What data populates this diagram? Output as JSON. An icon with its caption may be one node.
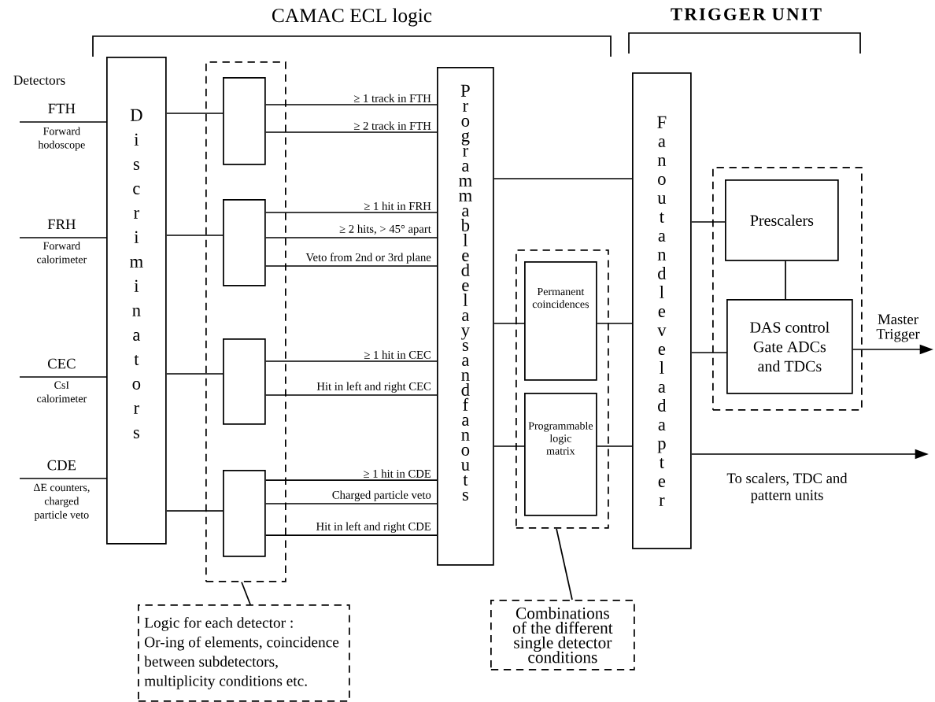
{
  "diagram": {
    "nodes": [
      {
        "text": [
          "FTH",
          "Forward hodoscope"
        ]
      },
      {
        "text": [
          "FRH",
          "Forward calorimeter"
        ]
      },
      {
        "text": [
          "CEC",
          "CsI calorimeter"
        ]
      },
      {
        "text": [
          "CDE",
          "ΔE counters, charged particle veto"
        ]
      },
      {
        "text": [
          "Discriminators"
        ]
      },
      {
        "text": [],
        "shape": "box"
      },
      {
        "text": [],
        "shape": "box",
        "in": 5
      },
      {
        "text": [],
        "shape": "box",
        "in": 5
      },
      {
        "text": [],
        "shape": "box",
        "in": 5
      },
      {
        "text": [],
        "shape": "box",
        "in": 5
      },
      {
        "text": [
          "Programmable delays and fanouts"
        ]
      },
      {
        "text": [],
        "shape": "box"
      },
      {
        "text": [
          "Permanent coincidences"
        ],
        "in": 11
      },
      {
        "text": [
          "Programmable logic matrix"
        ],
        "in": 11
      },
      {
        "text": [
          "Fanout and level adapter"
        ]
      },
      {
        "text": [],
        "shape": "box"
      },
      {
        "text": [
          "Prescalers"
        ],
        "in": 15
      },
      {
        "text": [
          "DAS control Gate ADCs and TDCs"
        ],
        "in": 15
      },
      {
        "text": [
          "Logic for each detector :",
          "Or-ing of elements, coincidence between subdetectors, multiplicity conditions etc."
        ]
      },
      {
        "text": [
          "Combinations of the different single detector conditions"
        ]
      }
    ],
    "edges": [
      {
        "from": 0,
        "to": 4,
        "arrow": "none"
      },
      {
        "from": 1,
        "to": 4,
        "arrow": "none"
      },
      {
        "from": 2,
        "to": 4,
        "arrow": "none"
      },
      {
        "from": 3,
        "to": 4,
        "arrow": "none"
      },
      {
        "from": 4,
        "to": 6,
        "arrow": "none"
      },
      {
        "from": 4,
        "to": 7,
        "arrow": "none"
      },
      {
        "from": 4,
        "to": 8,
        "arrow": "none"
      },
      {
        "from": 4,
        "to": 9,
        "arrow": "none"
      },
      {
        "from": 6,
        "to": 10,
        "arrow": "none",
        "label": "≥ 1 track in FTH"
      },
      {
        "from": 6,
        "to": 10,
        "arrow": "none",
        "label": "≥ 2 track in FTH"
      },
      {
        "from": 7,
        "to": 10,
        "arrow": "none",
        "label": "≥ 1 hit in FRH"
      },
      {
        "from": 7,
        "to": 10,
        "arrow": "none",
        "label": "≥ 2 hits, > 45° apart"
      },
      {
        "from": 7,
        "to": 10,
        "arrow": "none",
        "label": "Veto from 2nd or 3rd plane"
      },
      {
        "from": 8,
        "to": 10,
        "arrow": "none",
        "label": "≥ 1 hit in CEC"
      },
      {
        "from": 8,
        "to": 10,
        "arrow": "none",
        "label": "Hit in left and right CEC"
      },
      {
        "from": 9,
        "to": 10,
        "arrow": "none",
        "label": "≥ 1 hit in CDE"
      },
      {
        "from": 9,
        "to": 10,
        "arrow": "none",
        "label": "Charged particle veto"
      },
      {
        "from": 9,
        "to": 10,
        "arrow": "none",
        "label": "Hit in left and right CDE"
      },
      {
        "from": 10,
        "to": 14,
        "arrow": "none"
      },
      {
        "from": 10,
        "to": 12,
        "arrow": "none"
      },
      {
        "from": 12,
        "to": 14,
        "arrow": "none"
      },
      {
        "from": 10,
        "to": 13,
        "arrow": "none"
      },
      {
        "from": 13,
        "to": 14,
        "arrow": "none"
      },
      {
        "from": 14,
        "to": 16,
        "arrow": "none"
      },
      {
        "from": 14,
        "to": 17,
        "arrow": "none"
      },
      {
        "from": 16,
        "to": 17,
        "arrow": "none"
      },
      {
        "from": 17,
        "to": null,
        "arrow": "to",
        "label": "Master Trigger"
      },
      {
        "from": 14,
        "to": null,
        "arrow": "to",
        "label": "To scalers, TDC and pattern units"
      },
      {
        "from": 18,
        "to": 5,
        "arrow": "none"
      },
      {
        "from": 19,
        "to": 11,
        "arrow": "none"
      }
    ],
    "labels": [
      "CAMAC ECL logic",
      "TRIGGER UNIT",
      "Detectors"
    ]
  }
}
